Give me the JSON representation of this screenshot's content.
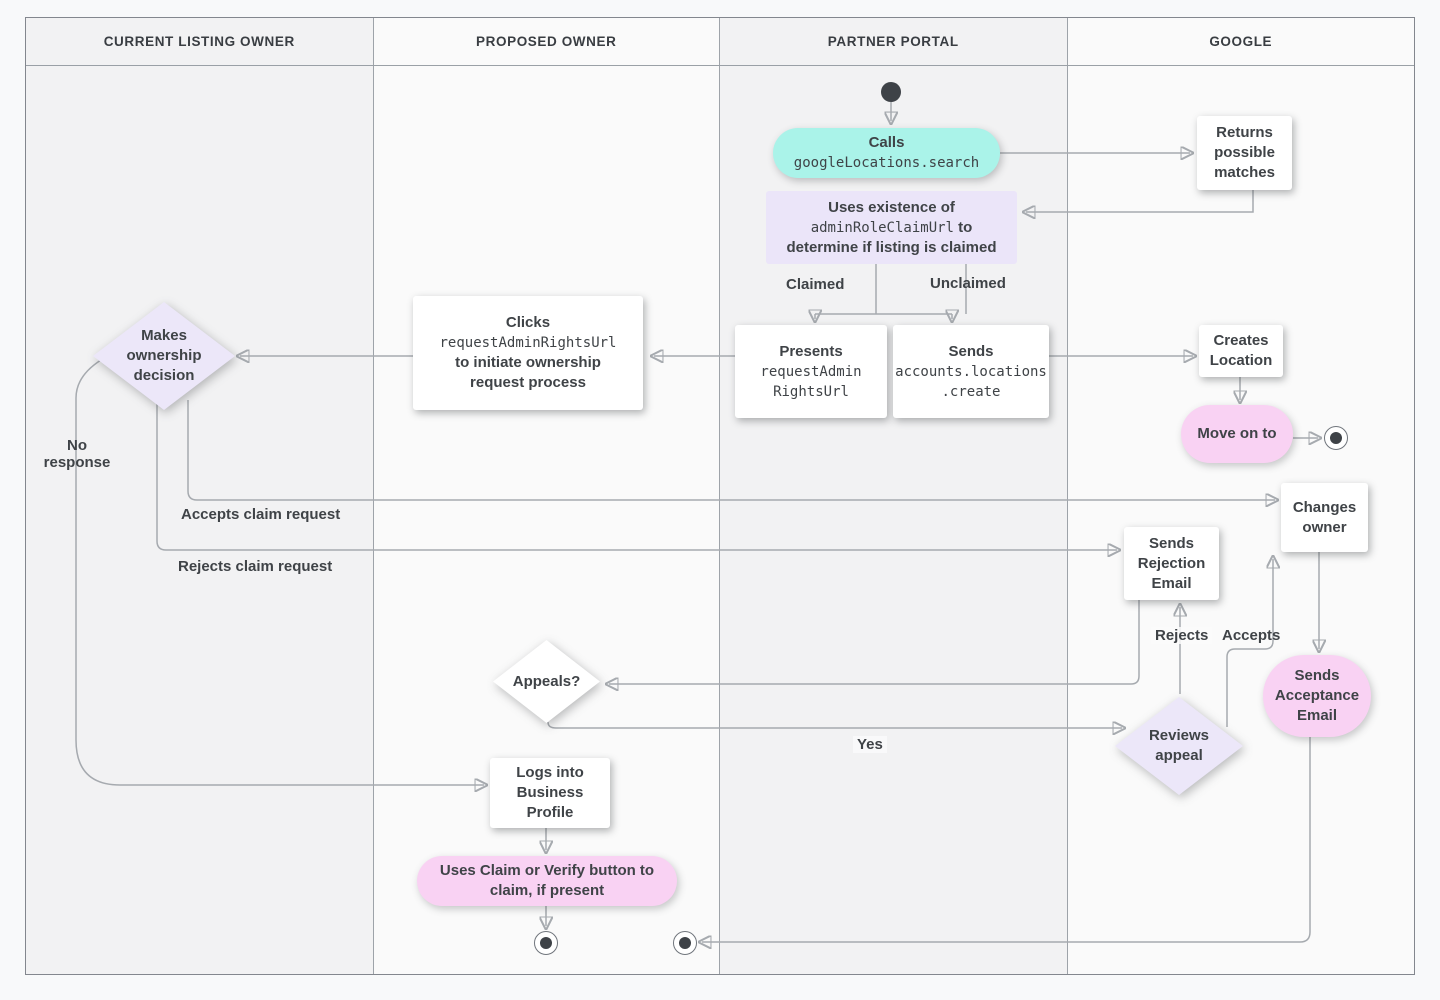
{
  "lanes": [
    {
      "label": "CURRENT LISTING OWNER"
    },
    {
      "label": "PROPOSED OWNER"
    },
    {
      "label": "PARTNER PORTAL"
    },
    {
      "label": "GOOGLE"
    }
  ],
  "nodes": {
    "calls": {
      "title": "Calls",
      "code": "googleLocations.search"
    },
    "returns_matches": {
      "label": "Returns possible matches"
    },
    "uses_existence": {
      "line1": "Uses existence of",
      "code": "adminRoleClaimUrl",
      "line2_suffix": " to",
      "line3": "determine if listing is claimed"
    },
    "presents": {
      "title": "Presents",
      "code_line1": "requestAdmin",
      "code_line2": "RightsUrl"
    },
    "sends_create": {
      "title": "Sends",
      "code_line1": "accounts.locations",
      "code_line2": ".create"
    },
    "clicks": {
      "title": "Clicks",
      "code": "requestAdminRightsUrl",
      "rest": "to initiate ownership request process"
    },
    "makes_decision": {
      "label": "Makes ownership decision"
    },
    "creates_location": {
      "label": "Creates Location"
    },
    "move_on": {
      "label": "Move on to"
    },
    "changes_owner": {
      "label": "Changes owner"
    },
    "sends_rejection": {
      "label": "Sends Rejection Email"
    },
    "sends_acceptance": {
      "label": "Sends Acceptance Email"
    },
    "reviews_appeal": {
      "label": "Reviews appeal"
    },
    "appeals": {
      "label": "Appeals?"
    },
    "logs_in": {
      "label": "Logs into Business Profile"
    },
    "uses_claim": {
      "label": "Uses Claim or Verify button to claim, if present"
    }
  },
  "edge_labels": {
    "claimed": "Claimed",
    "unclaimed": "Unclaimed",
    "no_response": "No response",
    "accepts_claim": "Accepts claim request",
    "rejects_claim": "Rejects claim request",
    "rejects": "Rejects",
    "accepts": "Accepts",
    "yes": "Yes"
  },
  "colors": {
    "teal": "#aaf3e9",
    "lavender": "#ebe5f9",
    "pink": "#f9d2f3",
    "lane_dark": "#f2f2f3",
    "lane_light": "#fafafa",
    "line": "#a6aaaf",
    "arrowhead": "#767b82",
    "text": "#3f4347"
  }
}
